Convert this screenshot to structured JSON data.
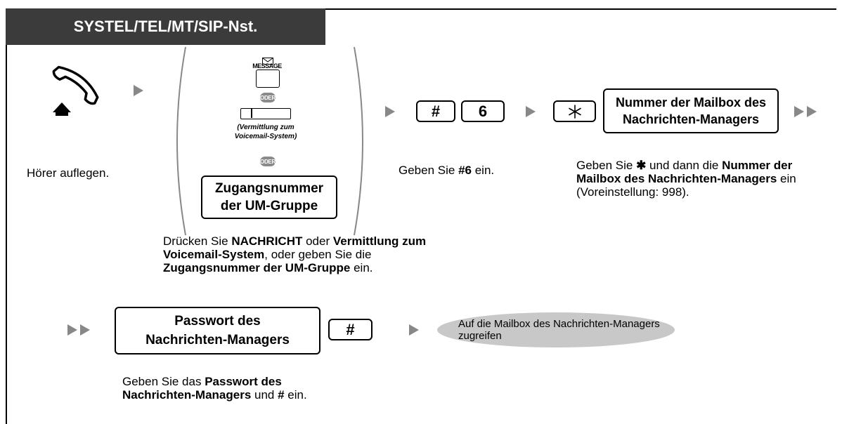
{
  "header": {
    "title": "SYSTEL/TEL/MT/SIP-Nst."
  },
  "step1": {
    "caption": "Hörer auflegen."
  },
  "step2": {
    "message_label": "MESSAGE",
    "oder_1": "ODER",
    "vm_key_label": "(Vermittlung zum Voicemail-System)",
    "oder_2": "ODER",
    "um_group_box": "Zugangsnummer der UM-Gruppe",
    "caption": {
      "p1": "Drücken Sie ",
      "b1": "NACHRICHT",
      "p2": " oder ",
      "b2": "Vermittlung zum Voicemail-System",
      "p3": ", oder geben Sie die ",
      "b3": "Zugangsnummer der UM-Gruppe",
      "p4": " ein."
    }
  },
  "step3": {
    "key_hash": "#",
    "key_six": "6",
    "caption": {
      "p1": "Geben Sie ",
      "b1": "#6",
      "p2": " ein."
    }
  },
  "step4": {
    "mailbox_box": "Nummer der Mailbox des Nachrichten-Managers",
    "caption": {
      "p1": "Geben Sie ",
      "star": "✱",
      "p2": " und dann die ",
      "b1": "Nummer der Mailbox des Nachrichten-Managers",
      "p3": " ein (Voreinstellung: 998)."
    }
  },
  "step5": {
    "password_box": "Passwort des Nachrichten-Managers",
    "key_hash": "#",
    "caption": {
      "p1": "Geben Sie das ",
      "b1": "Passwort des Nachrichten-Managers",
      "p2": " und ",
      "b2": "#",
      "p3": " ein."
    }
  },
  "result": {
    "text": "Auf die Mailbox des Nachrichten-Managers zugreifen"
  },
  "colors": {
    "header_bg": "#3b3b3b",
    "arrow": "#888888",
    "oder_badge": "#8a8a8a",
    "result_ellipse": "#c8c8c8"
  }
}
